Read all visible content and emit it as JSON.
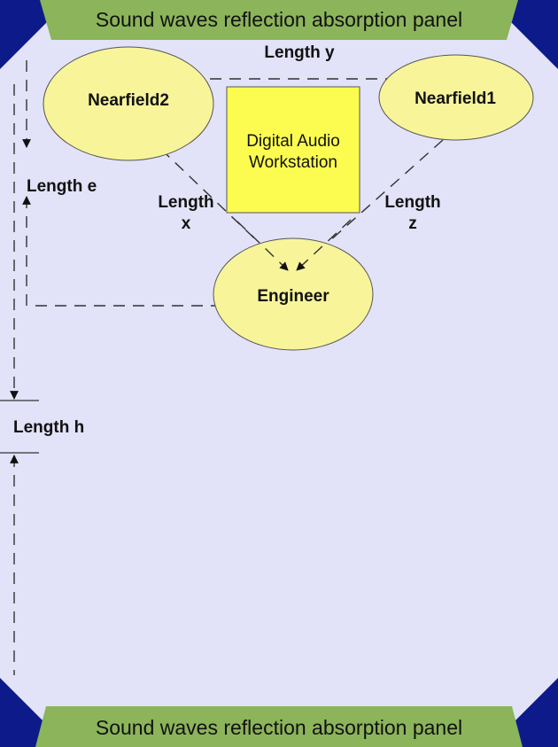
{
  "panels": {
    "top": "Sound waves reflection absorption panel",
    "bottom": "Sound waves reflection absorption panel"
  },
  "nodes": {
    "nearfield2": "Nearfield2",
    "nearfield1": "Nearfield1",
    "daw_line1": "Digital Audio",
    "daw_line2": "Workstation",
    "engineer": "Engineer"
  },
  "lengths": {
    "y": "Length y",
    "e": "Length e",
    "h": "Length h",
    "x_line1": "Length",
    "x_line2": "x",
    "z_line1": "Length",
    "z_line2": "z"
  },
  "colors": {
    "corner": "#0d1a8a",
    "room": "#e2e2f8",
    "panel": "#8cb45a",
    "ellipse": "#f8f49a",
    "daw": "#fcfc50"
  }
}
